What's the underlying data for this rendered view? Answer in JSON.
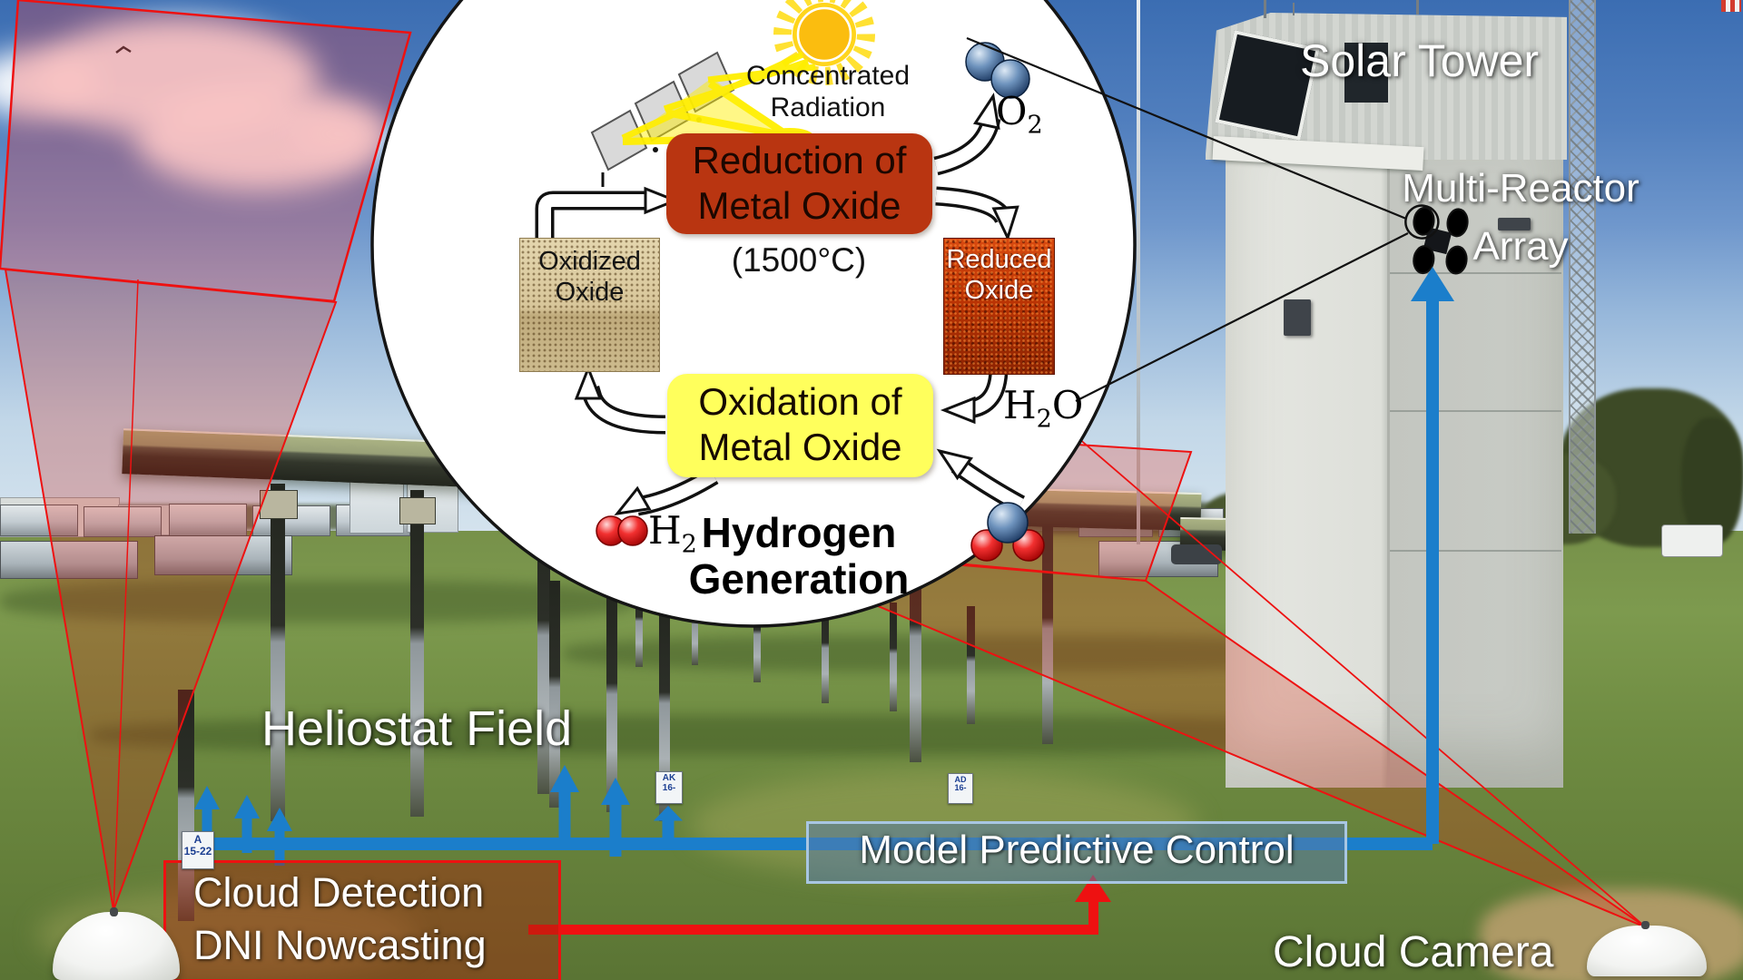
{
  "labels": {
    "solar_tower": "Solar Tower",
    "multi_reactor_line1": "Multi-Reactor",
    "multi_reactor_line2": "Array",
    "heliostat_field": "Heliostat Field",
    "cloud_camera": "Cloud Camera"
  },
  "control": {
    "mpc_label": "Model Predictive Control",
    "cloud_detection_line1": "Cloud Detection",
    "cloud_detection_line2": "DNI Nowcasting"
  },
  "cycle": {
    "radiation_line1": "Concentrated",
    "radiation_line2": "Radiation",
    "reduction_line1": "Reduction of",
    "reduction_line2": "Metal Oxide",
    "temperature": "(1500°C)",
    "oxidation_line1": "Oxidation of",
    "oxidation_line2": "Metal Oxide",
    "oxidized_line1": "Oxidized",
    "oxidized_line2": "Oxide",
    "reduced_line1": "Reduced",
    "reduced_line2": "Oxide",
    "hydrogen_line1": "Hydrogen",
    "hydrogen_line2": "Generation",
    "o2_symbol": "O",
    "o2_sub": "2",
    "h2_symbol": "H",
    "h2_sub": "2",
    "h2o_h": "H",
    "h2o_sub": "2",
    "h2o_o": "O"
  },
  "post_signs": {
    "left_line1": "A",
    "left_line2": "15-22",
    "mid_line1": "AK",
    "mid_line2": "16-",
    "right_line1": "AD",
    "right_line2": "16-"
  },
  "colors": {
    "reduction_red": "#b93511",
    "oxidation_yellow": "#ffff5c",
    "control_blue": "#1b7ecb",
    "alert_red": "#ee1111",
    "border_blue": "#a8c6e2",
    "beam_yellow": "#ffef00",
    "reactor_dot_yellow": "#ffc817"
  }
}
